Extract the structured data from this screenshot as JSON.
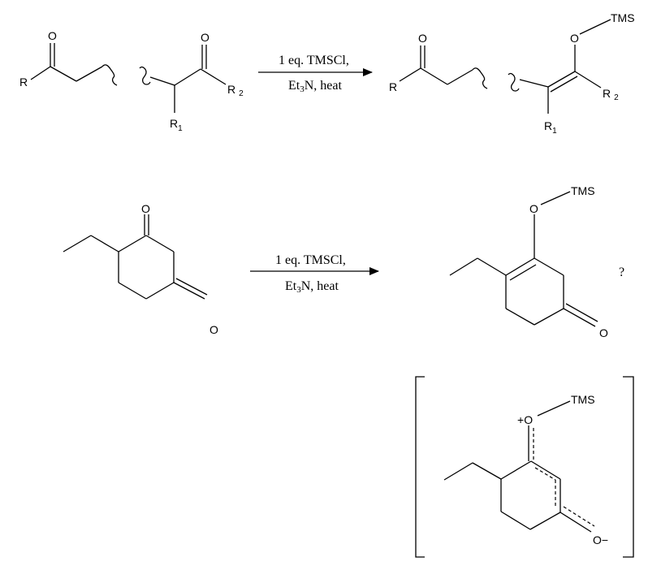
{
  "labels": {
    "oxygen": "O",
    "r": "R",
    "r1": "R",
    "r1_sub": "1",
    "r2": "R",
    "r2_sub": "2",
    "tms": "TMS",
    "plus": "+",
    "minus": "−",
    "question": "?"
  },
  "reaction_1": {
    "reagent": "1 eq. TMSCl,",
    "base_prefix": "Et",
    "base_sub": "3",
    "base_suffix": "N, heat"
  },
  "reaction_2": {
    "reagent": "1 eq. TMSCl,",
    "base_prefix": "Et",
    "base_sub": "3",
    "base_suffix": "N, heat"
  }
}
